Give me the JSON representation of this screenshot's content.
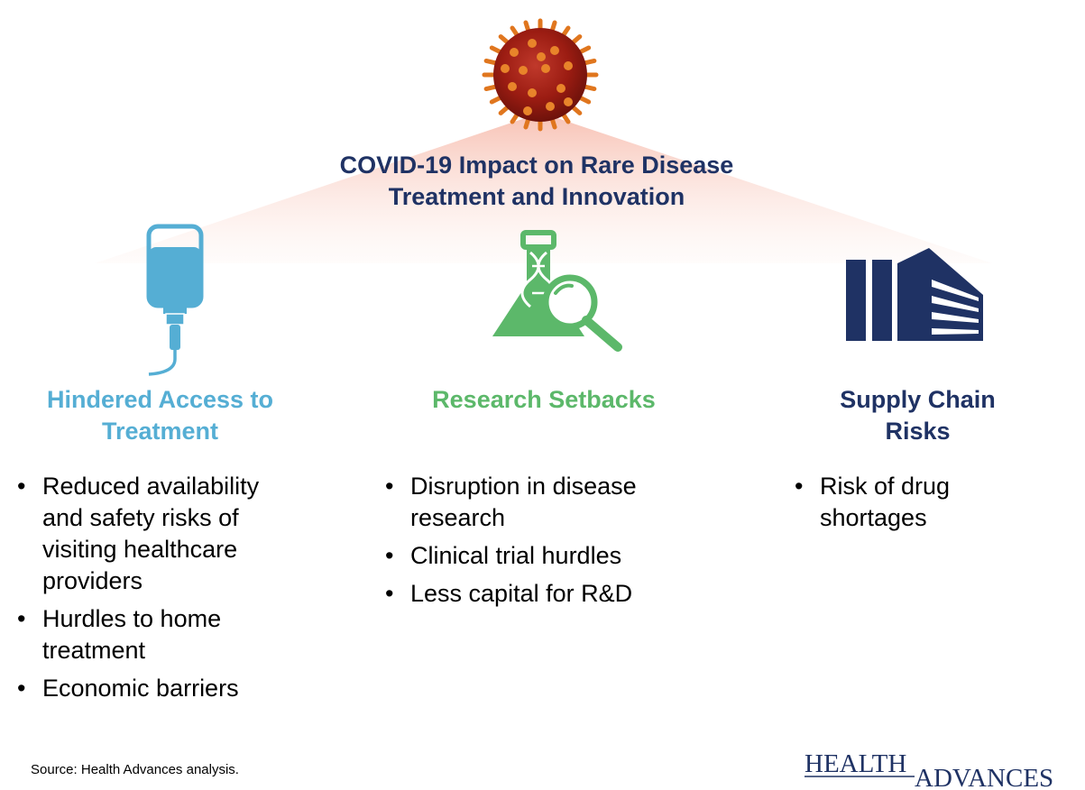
{
  "title": {
    "line1": "COVID-19 Impact on Rare Disease",
    "line2": "Treatment and Innovation"
  },
  "columns": [
    {
      "icon": "iv-bag-icon",
      "color": "#55aed4",
      "heading_line1": "Hindered Access to",
      "heading_line2": "Treatment",
      "bullets": [
        "Reduced availability and safety risks of visiting healthcare providers",
        "Hurdles to home treatment",
        "Economic barriers"
      ]
    },
    {
      "icon": "flask-magnifier-icon",
      "color": "#5cb86a",
      "heading_line1": "Research Setbacks",
      "bullets": [
        "Disruption in disease research",
        "Clinical trial hurdles",
        "Less capital for R&D"
      ]
    },
    {
      "icon": "building-icon",
      "color": "#1f3264",
      "heading_line1": "Supply Chain",
      "heading_line2": "Risks",
      "bullets": [
        "Risk of drug shortages"
      ]
    }
  ],
  "source": "Source:  Health Advances analysis.",
  "logo": {
    "word1": "HEALTH",
    "word2": "ADVANCES"
  }
}
